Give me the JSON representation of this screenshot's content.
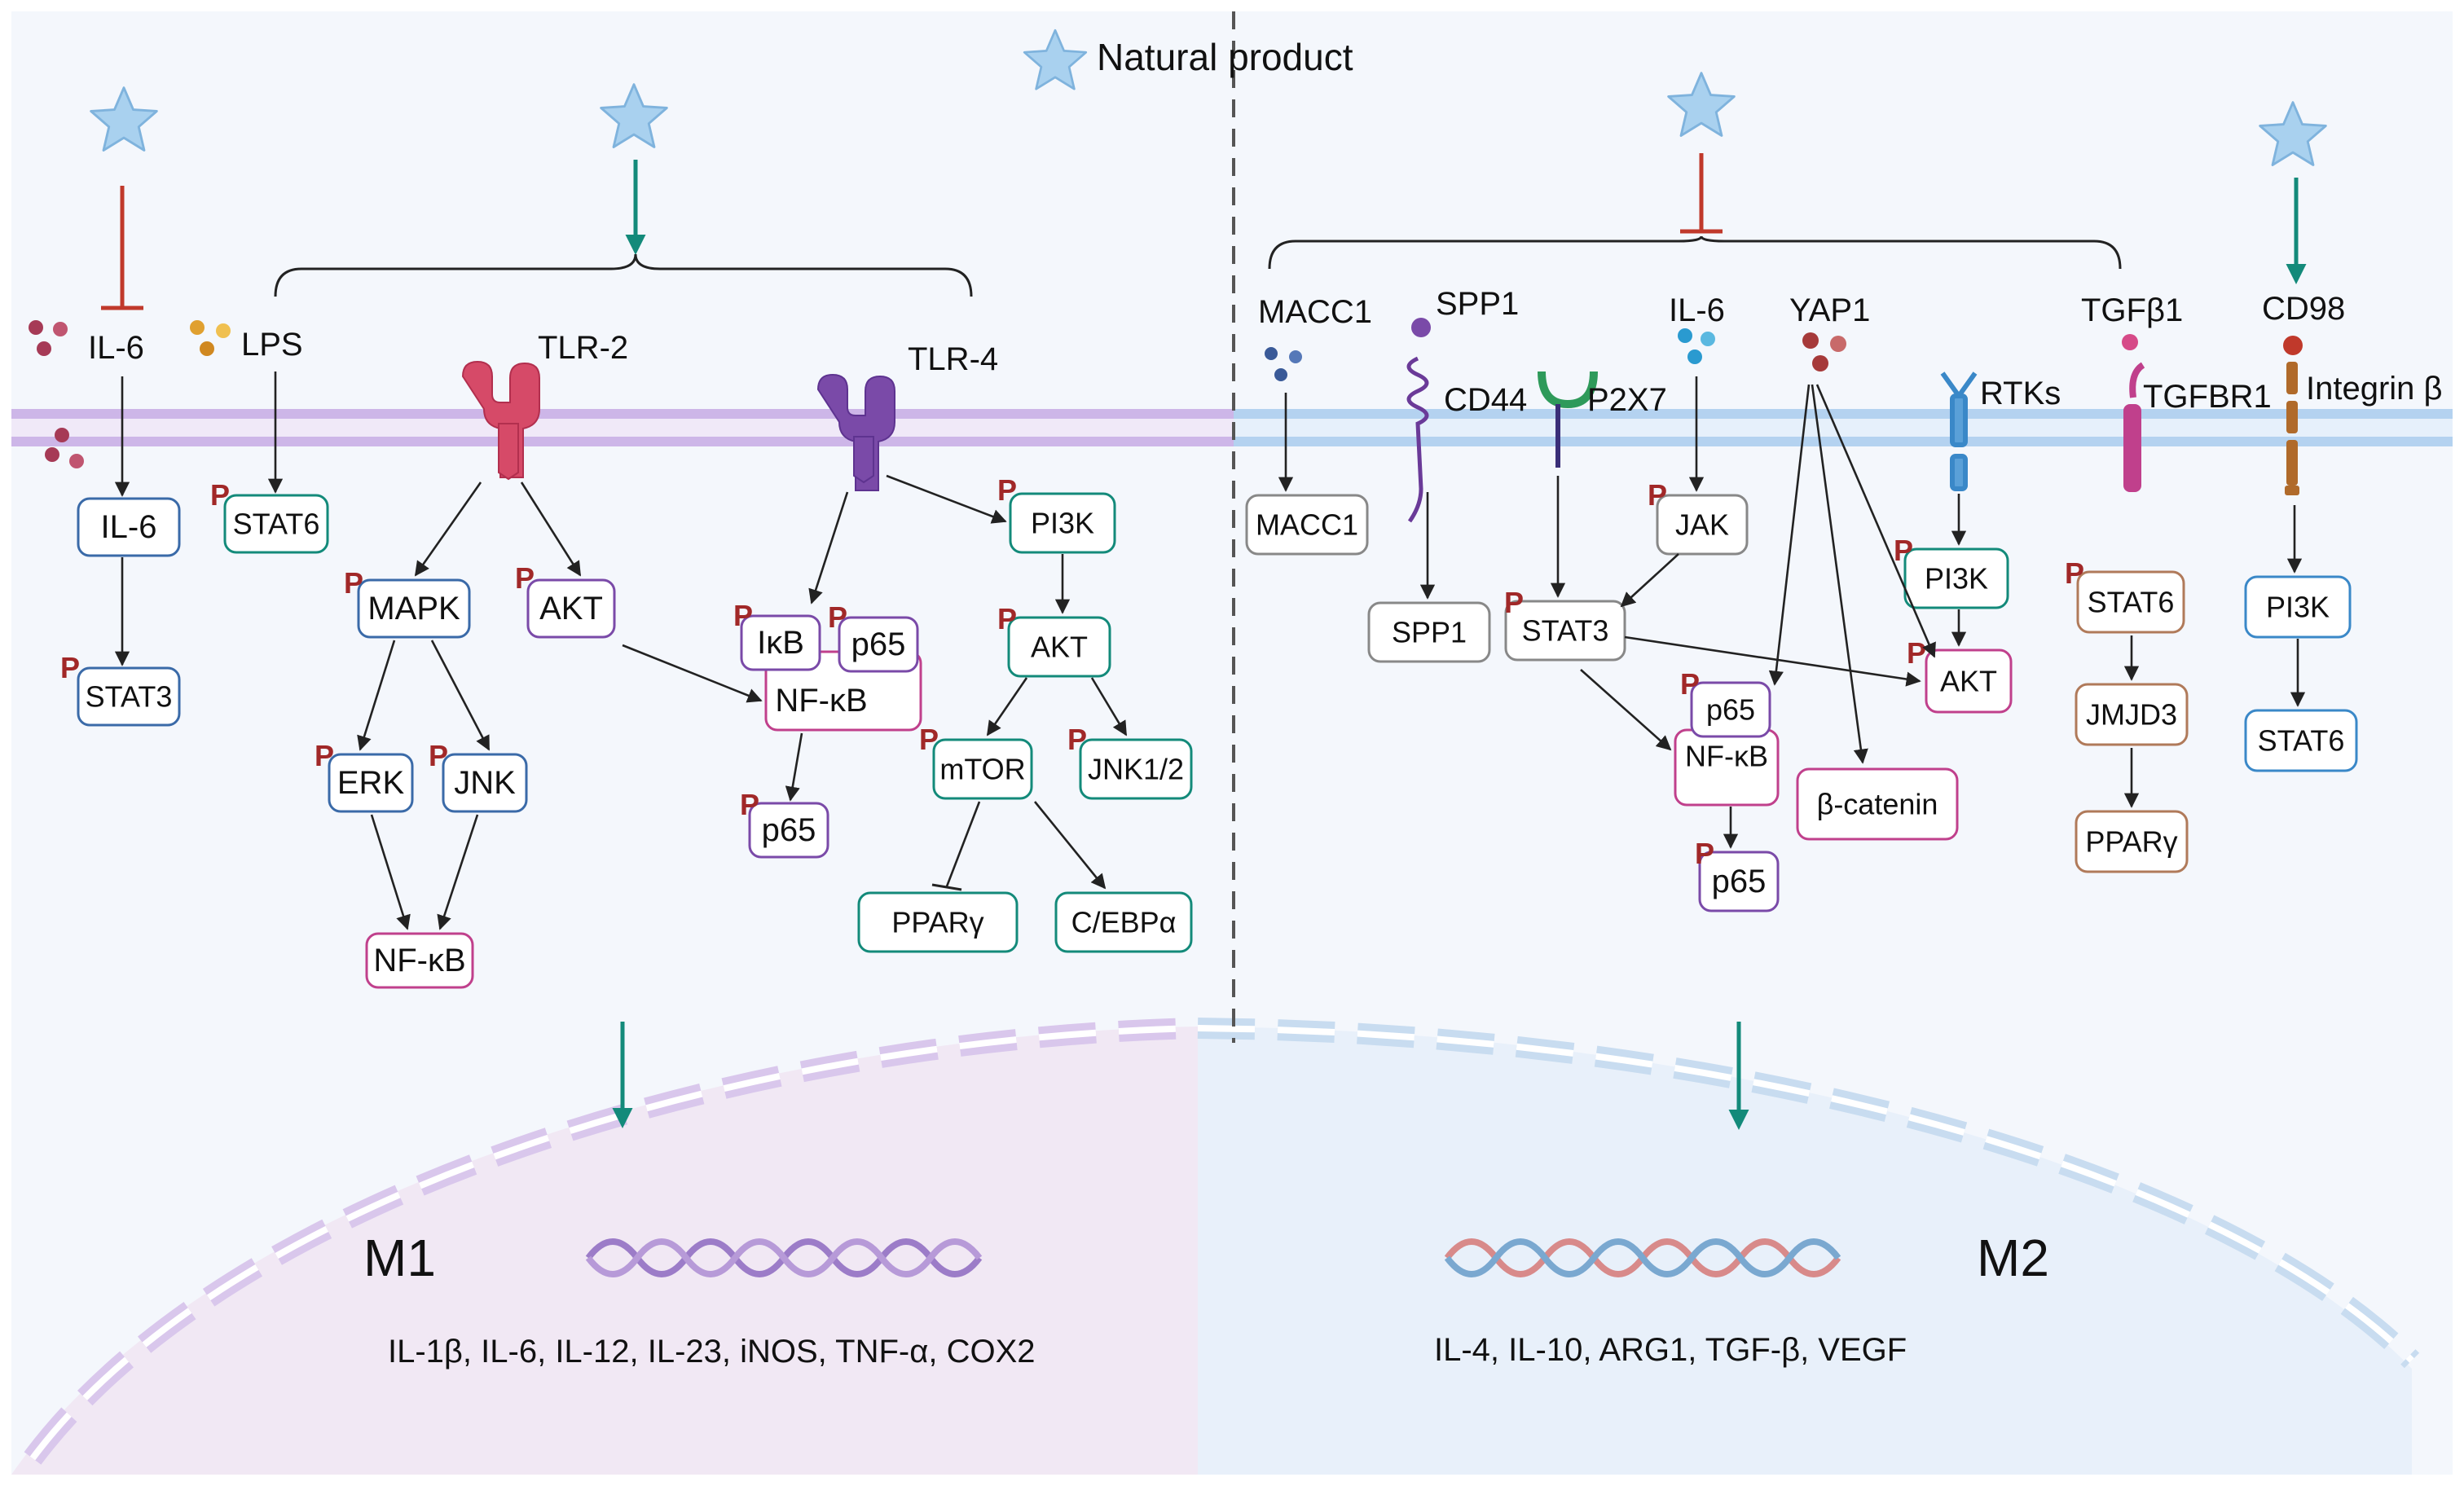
{
  "legend": {
    "natural_product": "Natural product"
  },
  "colors": {
    "inhibit": "#c0392b",
    "promote": "#138a7a",
    "star": "#a9d1ef",
    "phospho": "#a12828"
  },
  "m1": {
    "title": "M1",
    "output": "IL-1β, IL-6, IL-12, IL-23, iNOS, TNF-α, COX2",
    "ligands": {
      "il6": "IL-6",
      "lps": "LPS",
      "tlr2": "TLR-2",
      "tlr4": "TLR-4"
    },
    "nodes": {
      "il6": "IL-6",
      "stat3": "STAT3",
      "stat6": "STAT6",
      "mapk": "MAPK",
      "akt": "AKT",
      "erk": "ERK",
      "jnk": "JNK",
      "nfkb": "NF-κB",
      "ikb": "IκB",
      "p65a": "p65",
      "nfkb2": "NF-κB",
      "p65b": "p65",
      "pi3k": "PI3K",
      "akt2": "AKT",
      "mtor": "mTOR",
      "jnk12": "JNK1/2",
      "ppar": "PPARγ",
      "cebpa": "C/EBPα"
    }
  },
  "m2": {
    "title": "M2",
    "output": "IL-4, IL-10, ARG1, TGF-β, VEGF",
    "ligands": {
      "macc1": "MACC1",
      "spp1": "SPP1",
      "cd44": "CD44",
      "p2x7": "P2X7",
      "il6": "IL-6",
      "yap1": "YAP1",
      "rtks": "RTKs",
      "tgfb1": "TGFβ1",
      "tgfbr1": "TGFBR1",
      "cd98": "CD98",
      "integrin": "Integrin β"
    },
    "nodes": {
      "macc1": "MACC1",
      "spp1": "SPP1",
      "jak": "JAK",
      "stat3": "STAT3",
      "pi3k": "PI3K",
      "akt": "AKT",
      "p65a": "p65",
      "nfkb": "NF-κB",
      "p65b": "p65",
      "bcat": "β-catenin",
      "stat6": "STAT6",
      "jmjd3": "JMJD3",
      "ppar": "PPARγ",
      "pi3k2": "PI3K",
      "stat6b": "STAT6"
    }
  },
  "phospho_label": "P"
}
